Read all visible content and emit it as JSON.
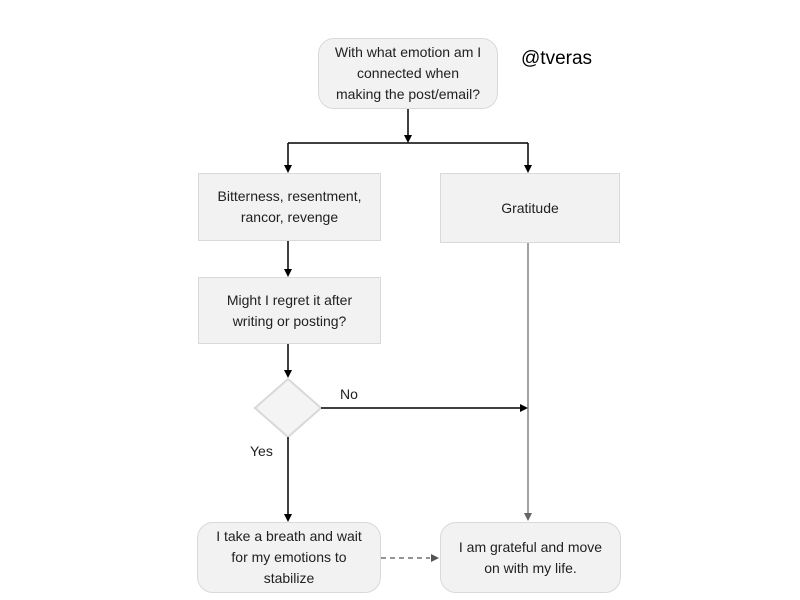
{
  "canvas": {
    "watermark": "@tveras",
    "background": "#ffffff"
  },
  "colors": {
    "node_fill": "#f2f2f2",
    "node_border": "#d9d9d9",
    "arrow": "#000000",
    "gray_line": "#666666",
    "dashed_line": "#555555",
    "text": "#212121"
  },
  "diagram": {
    "type": "flowchart",
    "nodes": {
      "start": {
        "shape": "rounded",
        "text": "With what emotion am I\nconnected when\nmaking the post/email?"
      },
      "bitterness": {
        "shape": "rect",
        "text": "Bitterness, resentment,\nrancor, revenge"
      },
      "gratitude": {
        "shape": "rect",
        "text": "Gratitude"
      },
      "regret": {
        "shape": "rect",
        "text": "Might I regret it after\nwriting or posting?"
      },
      "decision": {
        "shape": "diamond",
        "text": ""
      },
      "breath": {
        "shape": "rounded",
        "text": "I take a breath and wait\nfor my emotions to\nstabilize"
      },
      "grateful": {
        "shape": "rounded",
        "text": "I am grateful and move\non with my life."
      }
    },
    "edges": {
      "no_label": "No",
      "yes_label": "Yes",
      "connections": [
        {
          "from": "start",
          "to": "branch",
          "style": "solid-black"
        },
        {
          "from": "branch",
          "to": "bitterness",
          "style": "solid-black"
        },
        {
          "from": "branch",
          "to": "gratitude",
          "style": "solid-black"
        },
        {
          "from": "bitterness",
          "to": "regret",
          "style": "solid-black"
        },
        {
          "from": "regret",
          "to": "decision",
          "style": "solid-black"
        },
        {
          "from": "decision",
          "to": "gratitude-line",
          "label": "No",
          "style": "solid-black"
        },
        {
          "from": "decision",
          "to": "breath",
          "label": "Yes",
          "style": "solid-black"
        },
        {
          "from": "gratitude",
          "to": "grateful",
          "style": "solid-gray"
        },
        {
          "from": "breath",
          "to": "grateful",
          "style": "dashed-gray"
        }
      ]
    }
  }
}
